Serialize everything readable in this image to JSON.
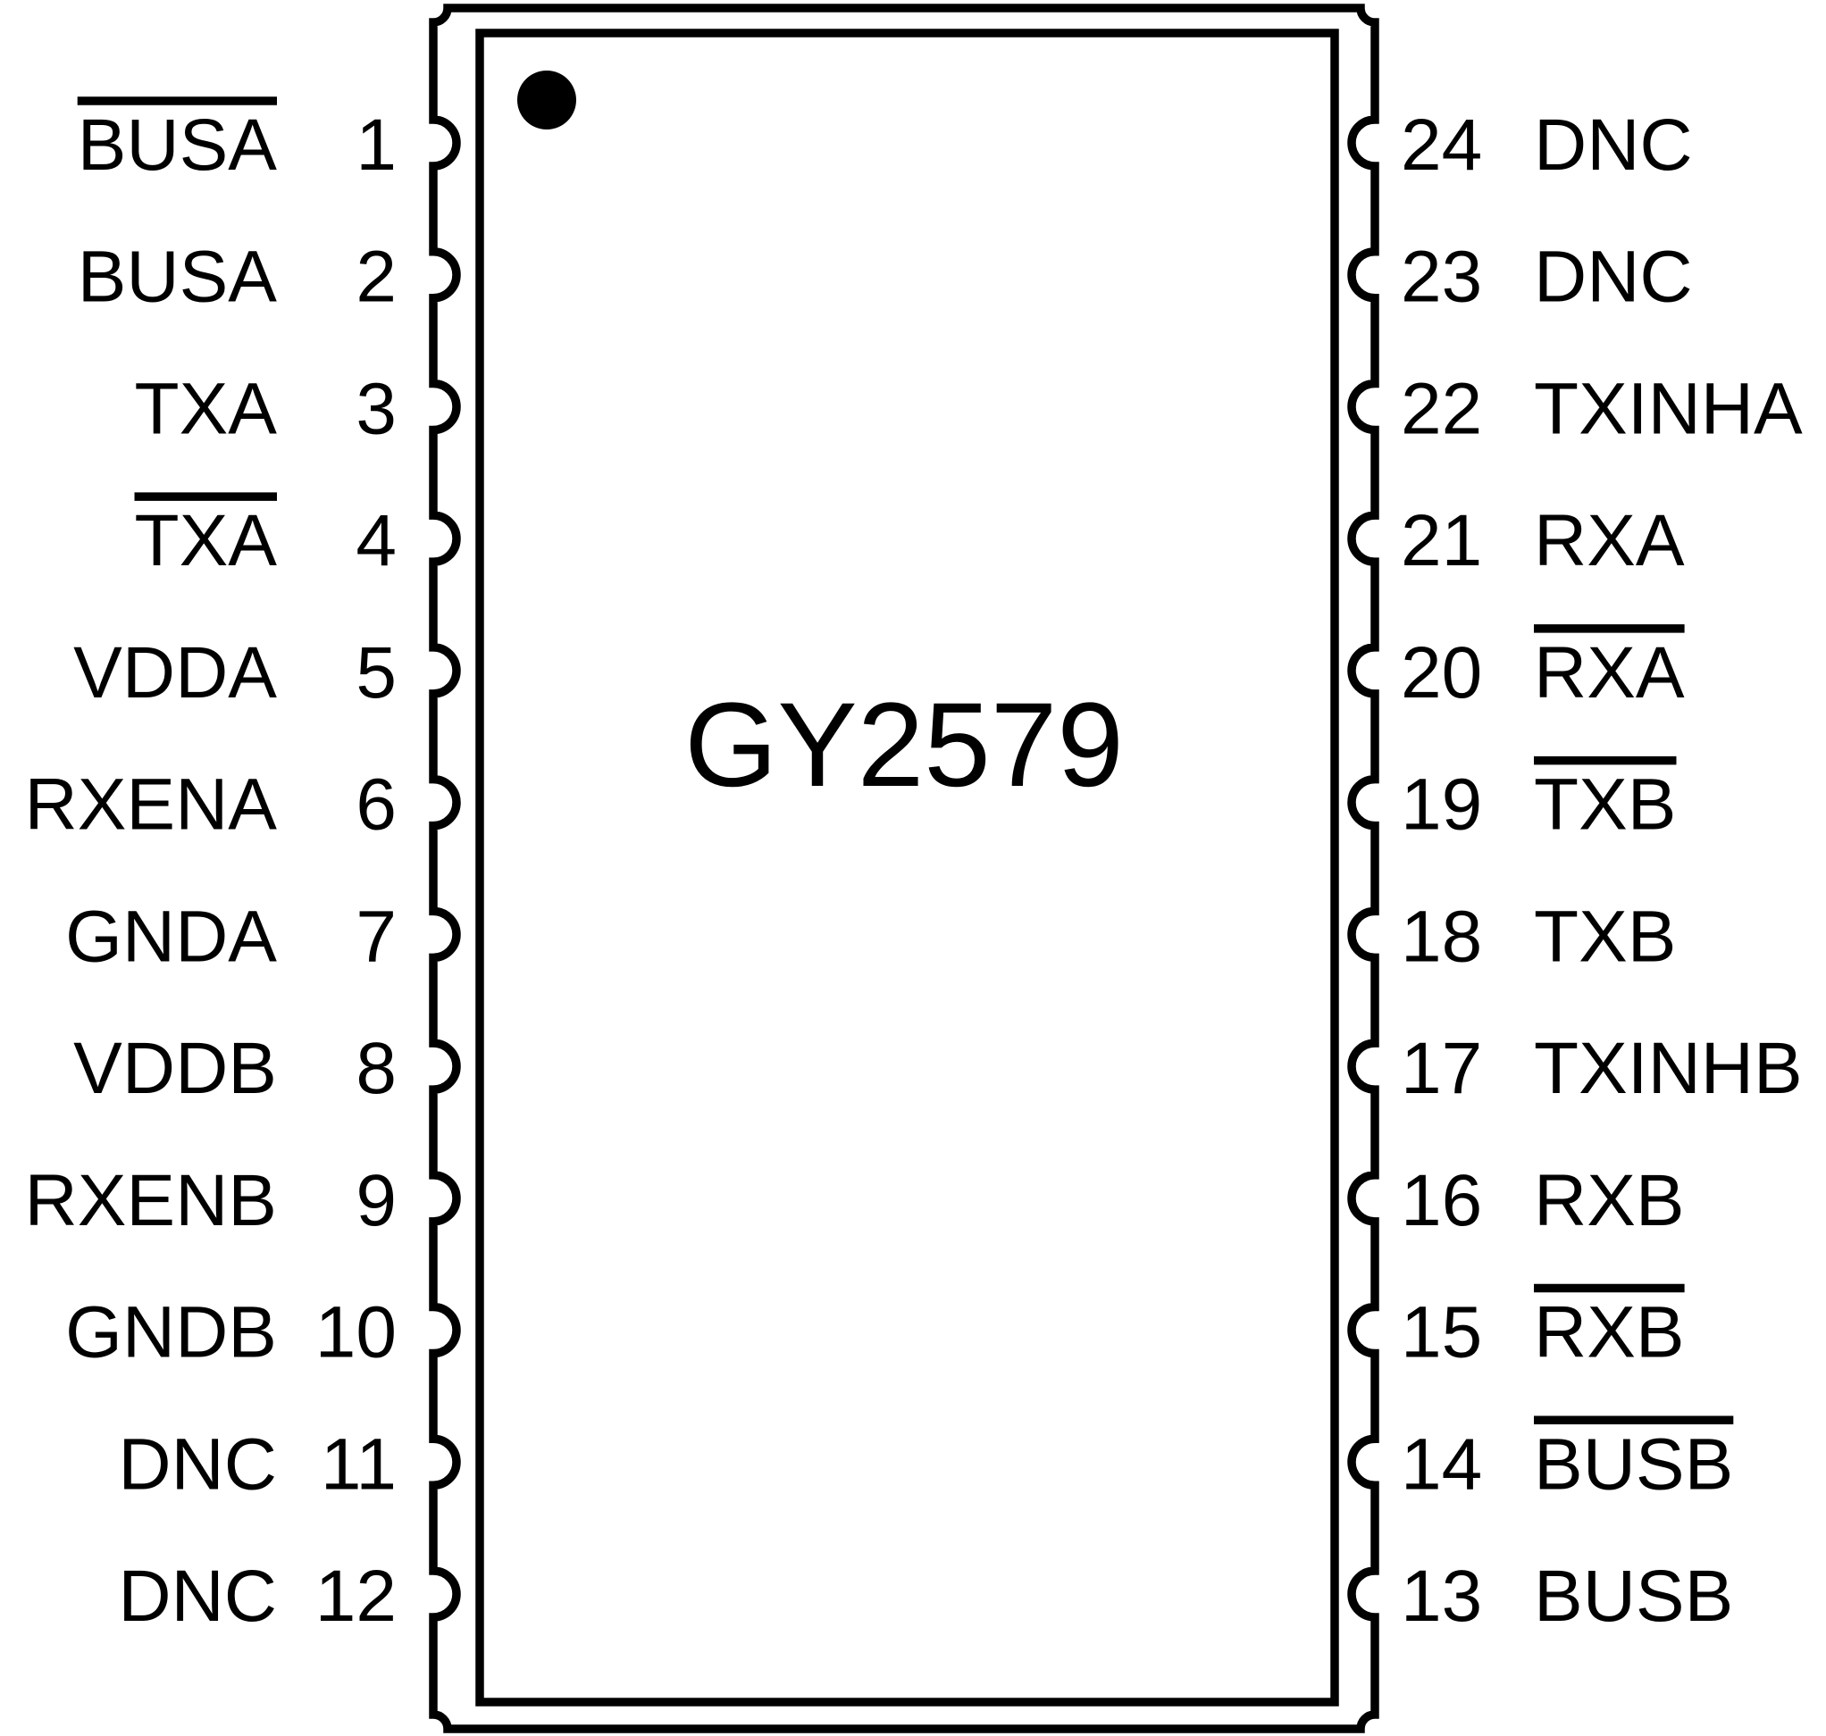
{
  "chip": {
    "title": "GY2579",
    "pin_count": 24,
    "pin1_marker": "filled-dot"
  },
  "colors": {
    "background": "#ffffff",
    "ink": "#000000"
  },
  "pins": {
    "left": [
      {
        "number": "1",
        "name": "BUSA",
        "active_low": true
      },
      {
        "number": "2",
        "name": "BUSA",
        "active_low": false
      },
      {
        "number": "3",
        "name": "TXA",
        "active_low": false
      },
      {
        "number": "4",
        "name": "TXA",
        "active_low": true
      },
      {
        "number": "5",
        "name": "VDDA",
        "active_low": false
      },
      {
        "number": "6",
        "name": "RXENA",
        "active_low": false
      },
      {
        "number": "7",
        "name": "GNDA",
        "active_low": false
      },
      {
        "number": "8",
        "name": "VDDB",
        "active_low": false
      },
      {
        "number": "9",
        "name": "RXENB",
        "active_low": false
      },
      {
        "number": "10",
        "name": "GNDB",
        "active_low": false
      },
      {
        "number": "11",
        "name": "DNC",
        "active_low": false
      },
      {
        "number": "12",
        "name": "DNC",
        "active_low": false
      }
    ],
    "right": [
      {
        "number": "24",
        "name": "DNC",
        "active_low": false
      },
      {
        "number": "23",
        "name": "DNC",
        "active_low": false
      },
      {
        "number": "22",
        "name": "TXINHA",
        "active_low": false
      },
      {
        "number": "21",
        "name": "RXA",
        "active_low": false
      },
      {
        "number": "20",
        "name": "RXA",
        "active_low": true
      },
      {
        "number": "19",
        "name": "TXB",
        "active_low": true
      },
      {
        "number": "18",
        "name": "TXB",
        "active_low": false
      },
      {
        "number": "17",
        "name": "TXINHB",
        "active_low": false
      },
      {
        "number": "16",
        "name": "RXB",
        "active_low": false
      },
      {
        "number": "15",
        "name": "RXB",
        "active_low": true
      },
      {
        "number": "14",
        "name": "BUSB",
        "active_low": true
      },
      {
        "number": "13",
        "name": "BUSB",
        "active_low": false
      }
    ]
  }
}
